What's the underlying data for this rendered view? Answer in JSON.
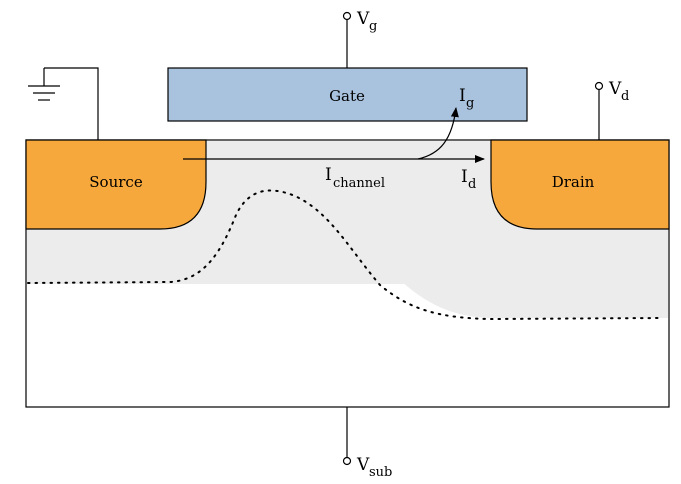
{
  "colors": {
    "gate_fill": "#a9c3df",
    "doped_region_fill": "#f7a83c",
    "channel_region_fill": "#ececec",
    "substrate_fill": "#ffffff",
    "line": "#000000"
  },
  "labels": {
    "gate": "Gate",
    "source": "Source",
    "drain": "Drain",
    "vg": {
      "main": "V",
      "sub": "g"
    },
    "vd": {
      "main": "V",
      "sub": "d"
    },
    "vsub": {
      "main": "V",
      "sub": "sub"
    },
    "ig": {
      "main": "I",
      "sub": "g"
    },
    "id": {
      "main": "I",
      "sub": "d"
    },
    "ichannel": {
      "main": "I",
      "sub": "channel"
    }
  },
  "icons": {
    "ground": "ground-icon",
    "terminal": "terminal-circle-icon"
  }
}
